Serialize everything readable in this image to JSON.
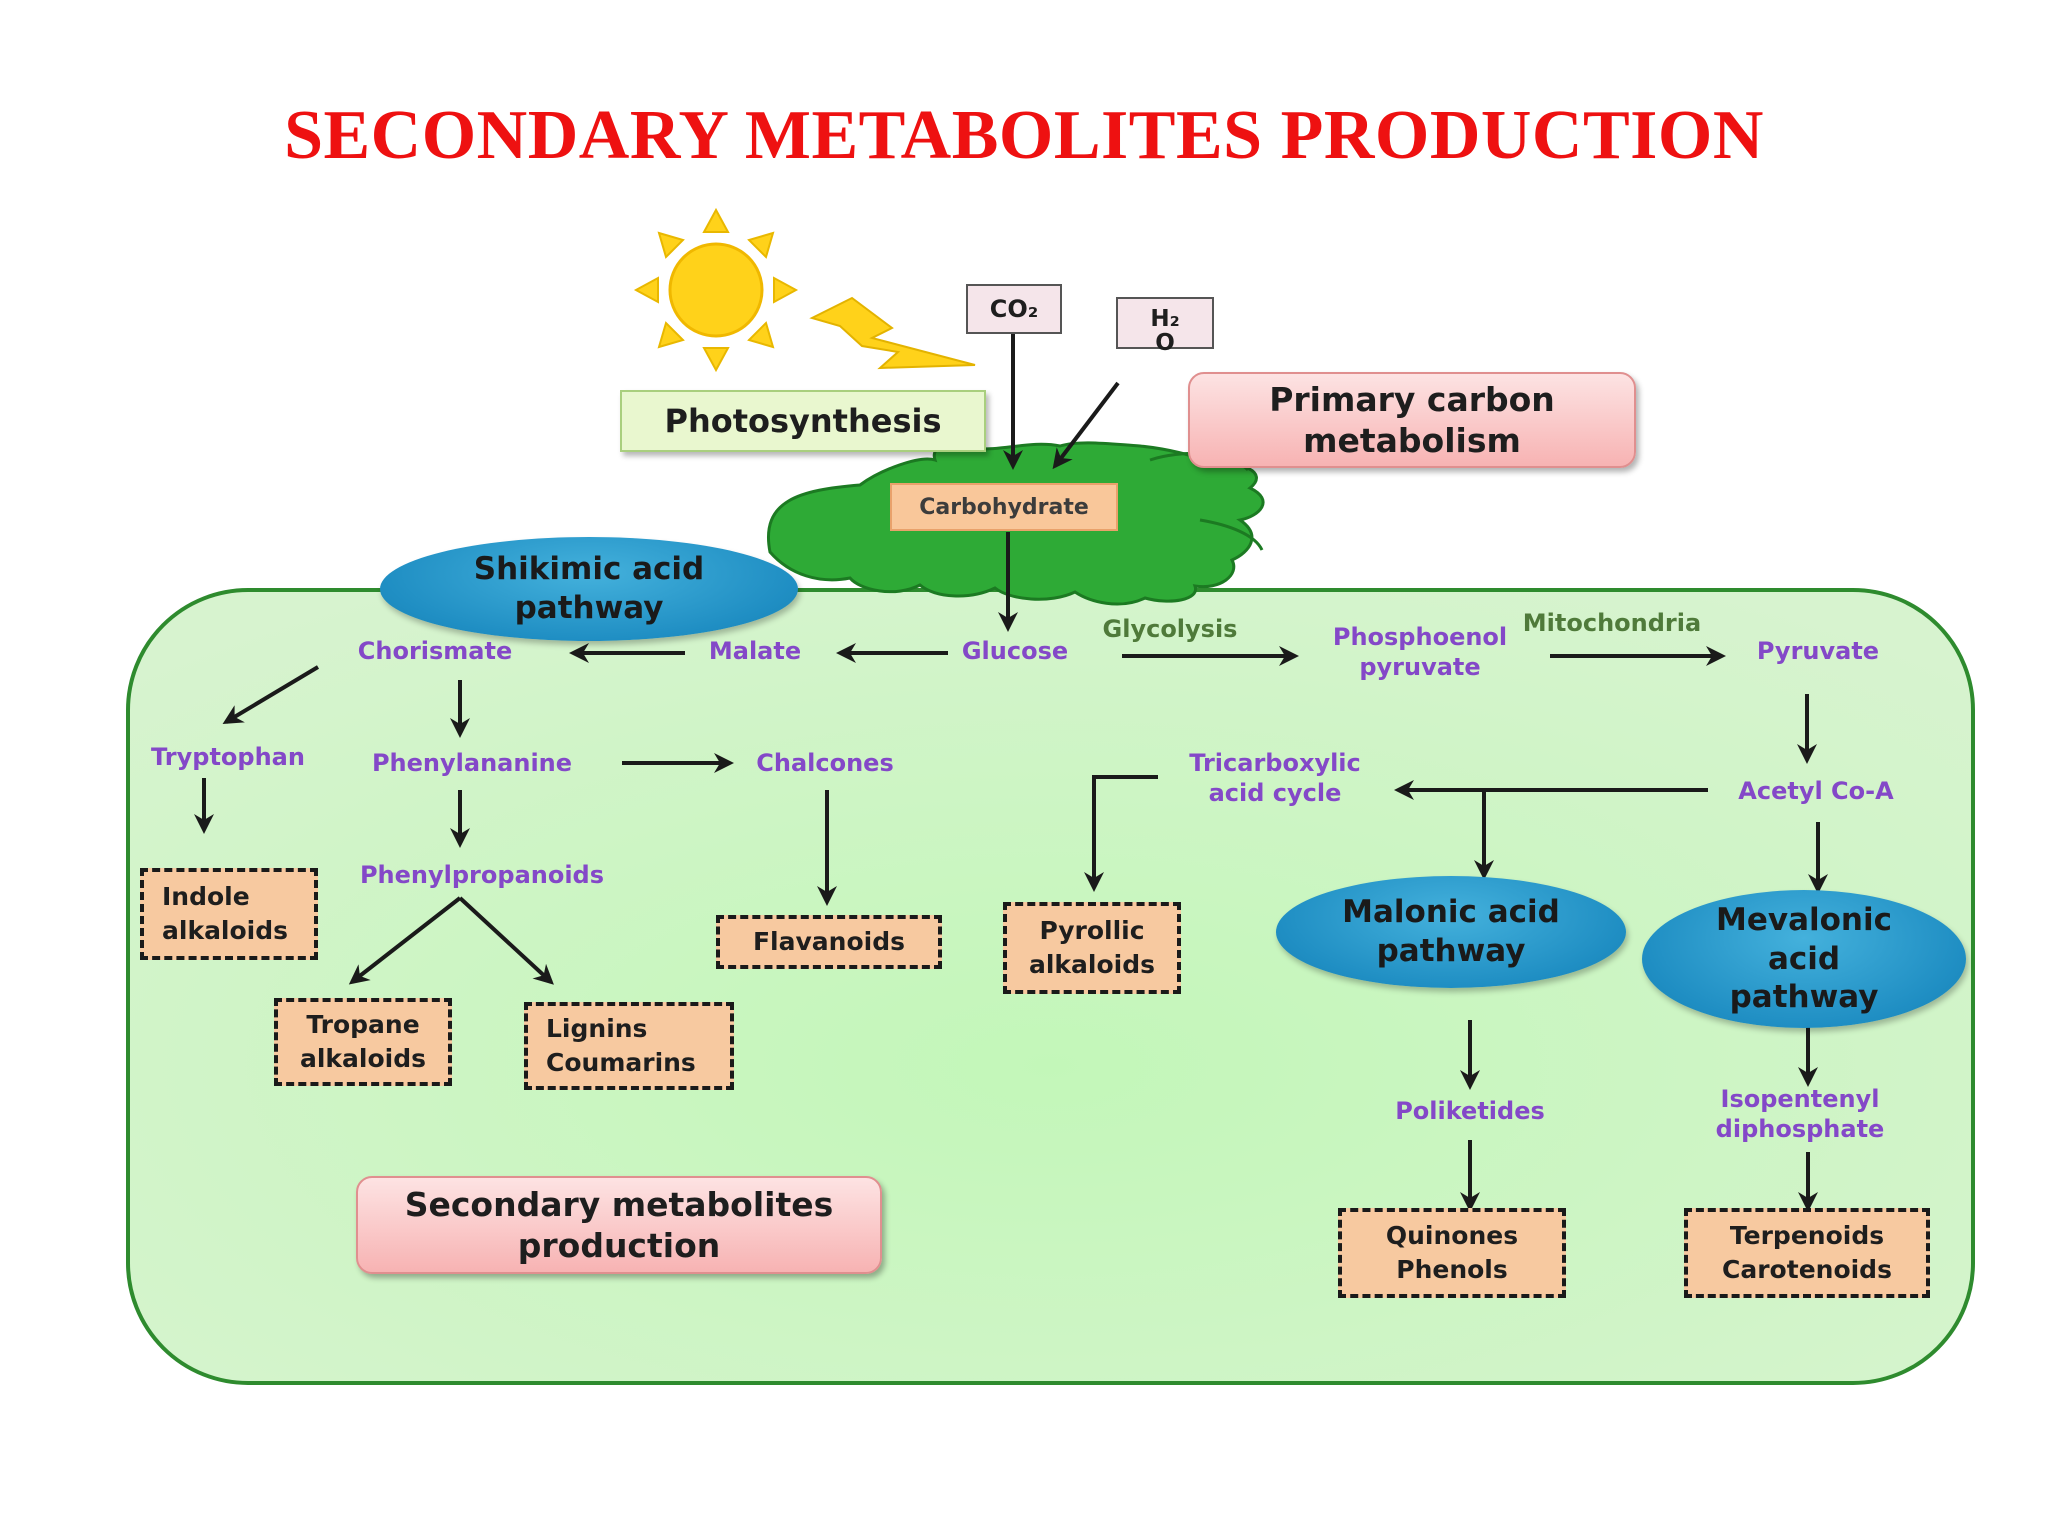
{
  "title": "SECONDARY METABOLITES PRODUCTION",
  "top": {
    "photosynthesis": "Photosynthesis",
    "primary_carbon": [
      "Primary carbon",
      "metabolism"
    ],
    "co2": "CO₂",
    "h2o": [
      "H₂",
      "O"
    ],
    "carbohydrate": "Carbohydrate"
  },
  "pathways": {
    "shikimic": [
      "Shikimic acid",
      "pathway"
    ],
    "malonic": [
      "Malonic acid",
      "pathway"
    ],
    "mevalonic": [
      "Mevalonic",
      "acid",
      "pathway"
    ]
  },
  "intermediates": {
    "chorismate": "Chorismate",
    "malate": "Malate",
    "glucose": "Glucose",
    "glycolysis": "Glycolysis",
    "phosphoenol_pyruvate": [
      "Phosphoenol",
      "pyruvate"
    ],
    "mitochondria": "Mitochondria",
    "pyruvate": "Pyruvate",
    "tryptophan": "Tryptophan",
    "phenylananine": "Phenylananine",
    "chalcones": "Chalcones",
    "tca": [
      "Tricarboxylic",
      "acid cycle"
    ],
    "acetyl_coa": "Acetyl Co-A",
    "phenylpropanoids": "Phenylpropanoids",
    "poliketides": "Poliketides",
    "isopentenyl": [
      "Isopentenyl",
      "diphosphate"
    ]
  },
  "products": {
    "indole": [
      "Indole",
      "alkaloids"
    ],
    "flavanoids": "Flavanoids",
    "pyrollic": [
      "Pyrollic",
      "alkaloids"
    ],
    "tropane": [
      "Tropane",
      "alkaloids"
    ],
    "lignins": [
      "Lignins",
      "Coumarins"
    ],
    "quinones": [
      "Quinones",
      "Phenols"
    ],
    "terpenoids": [
      "Terpenoids",
      "Carotenoids"
    ]
  },
  "secondary_box": [
    "Secondary metabolites",
    "production"
  ],
  "colors": {
    "title": "#ee1111",
    "cell_fill": "#c8f2bf",
    "cell_border": "#2e8b2e",
    "label_purple": "#8448c8",
    "label_green": "#4f7a3a",
    "product_fill": "#f7c9a0",
    "oval_blue": "#2196c8",
    "leaf_green": "#2eaa36",
    "sun_yellow": "#ffd21a"
  },
  "icons": [
    "sun-icon",
    "lightning-icon",
    "leaf-icon"
  ]
}
